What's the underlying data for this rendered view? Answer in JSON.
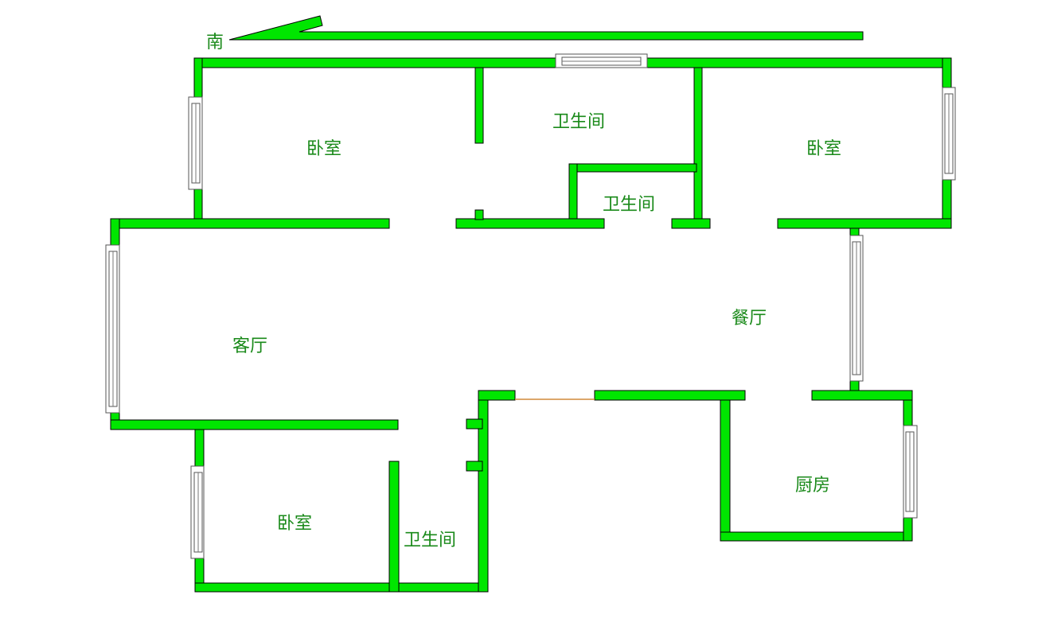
{
  "compass": {
    "label": "南"
  },
  "rooms": [
    {
      "id": "bedroom-top-left",
      "label": "卧室"
    },
    {
      "id": "bathroom-top",
      "label": "卫生间"
    },
    {
      "id": "bathroom-small",
      "label": "卫生间"
    },
    {
      "id": "bedroom-top-right",
      "label": "卧室"
    },
    {
      "id": "living-room",
      "label": "客厅"
    },
    {
      "id": "dining-room",
      "label": "餐厅"
    },
    {
      "id": "bedroom-bottom",
      "label": "卧室"
    },
    {
      "id": "bathroom-bottom",
      "label": "卫生间"
    },
    {
      "id": "kitchen",
      "label": "厨房"
    }
  ],
  "colors": {
    "wall": "#00e600",
    "label": "#1a8a1a",
    "sliding_door": "#d08a3a"
  }
}
